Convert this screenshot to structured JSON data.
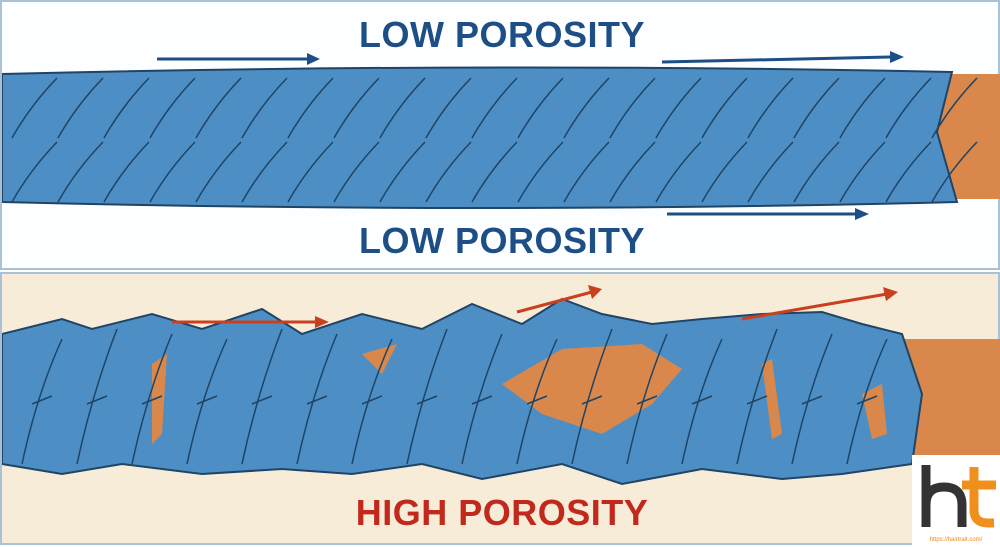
{
  "top_panel": {
    "title": "LOW POROSITY",
    "caption": "LOW POROSITY"
  },
  "bottom_panel": {
    "caption": "HIGH POROSITY"
  },
  "logo": {
    "letters": "ht",
    "url": "https://hairtrait.com/"
  },
  "colors": {
    "cuticle": "#4d8fc4",
    "cortex": "#d9874a",
    "low_text": "#1d4f86",
    "high_text": "#c2281c",
    "arrow_low": "#1d4f86",
    "arrow_high": "#c9401f"
  }
}
